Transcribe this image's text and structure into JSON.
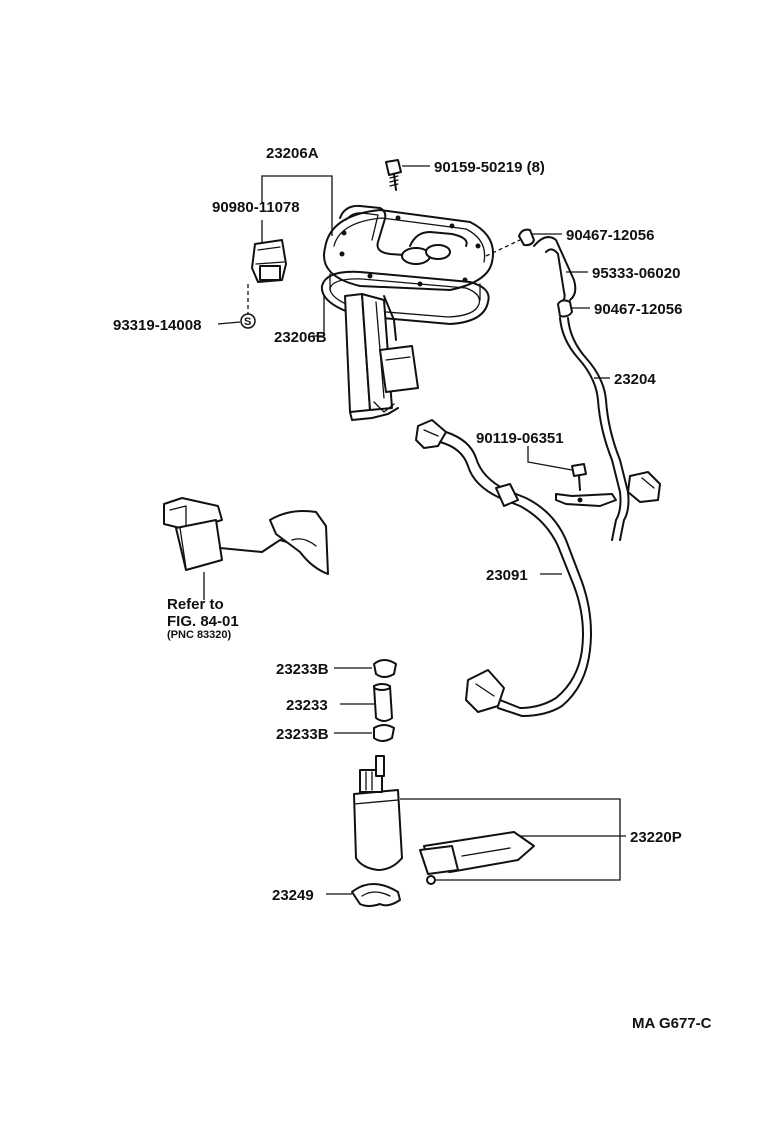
{
  "diagram": {
    "labels": {
      "p23206A": "23206A",
      "p90980": "90980-11078",
      "p93319": "93319-14008",
      "p23206B": "23206B",
      "p90159": "90159-50219 (8)",
      "p90467a": "90467-12056",
      "p95333": "95333-06020",
      "p90467b": "90467-12056",
      "p23204": "23204",
      "p90119": "90119-06351",
      "p23091": "23091",
      "p23233Ba": "23233B",
      "p23233": "23233",
      "p23233Bb": "23233B",
      "p23220P": "23220P",
      "p23249": "23249",
      "s_mark": "S"
    },
    "refer": {
      "line1": "Refer to",
      "line2": "FIG. 84-01",
      "line3": "(PNC 83320)"
    },
    "footer": "MA G677-C"
  }
}
